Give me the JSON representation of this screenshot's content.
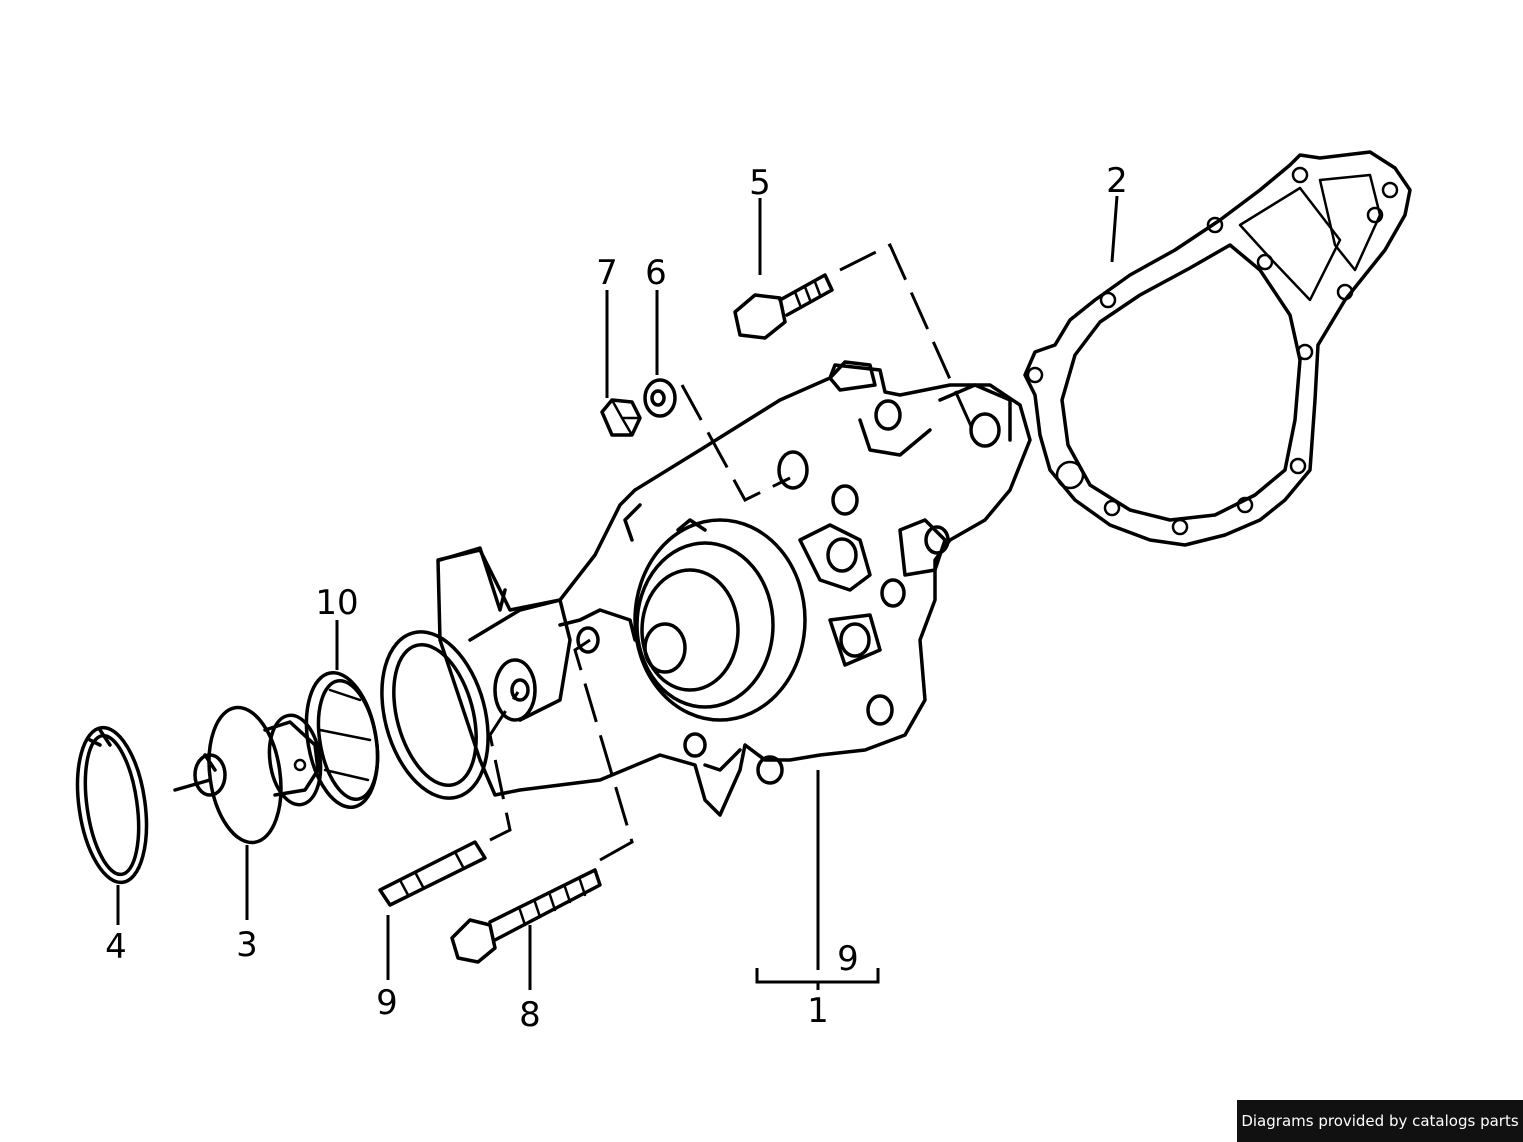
{
  "diagram": {
    "callouts": [
      {
        "id": "c1",
        "label": "1"
      },
      {
        "id": "c2",
        "label": "2"
      },
      {
        "id": "c3",
        "label": "3"
      },
      {
        "id": "c4",
        "label": "4"
      },
      {
        "id": "c5",
        "label": "5"
      },
      {
        "id": "c6",
        "label": "6"
      },
      {
        "id": "c7",
        "label": "7"
      },
      {
        "id": "c8",
        "label": "8"
      },
      {
        "id": "c9a",
        "label": "9"
      },
      {
        "id": "c9b",
        "label": "9"
      },
      {
        "id": "c10",
        "label": "10"
      }
    ]
  },
  "footer": {
    "credit": "Diagrams provided by catalogs parts"
  }
}
